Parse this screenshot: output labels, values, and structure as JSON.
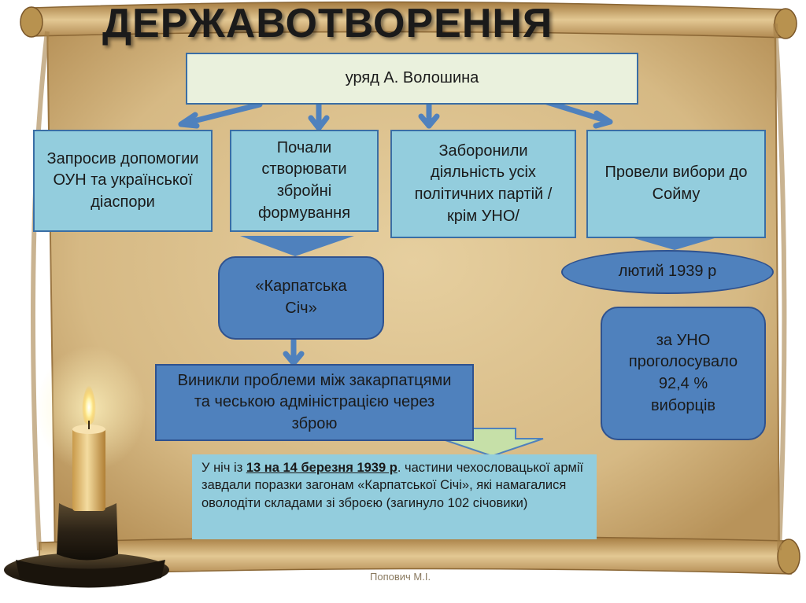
{
  "title": "ДЕРЖАВОТВОРЕННЯ",
  "government": "уряд А. Волошина",
  "actions": [
    "Запросив допомогии ОУН та української діаспори",
    "Почали створювати збройні формування",
    "Заборонили діяльність усіх політичних партій / крім УНО/",
    "Провели вибори до Сойму"
  ],
  "karpatska_sich": "«Карпатська Січ»",
  "problems": "Виникли проблеми між закарпатцями та чеською адміністрацією через зброю",
  "election_date": "лютий 1939 р",
  "election_result": "за УНО проголосувало 92,4 % виборців",
  "note": {
    "prefix": "У ніч із ",
    "date": "13 на 14 березня 1939 р",
    "suffix": ". частини чехословацької армії завдали поразки загонам «Карпатської Січі», які намагалися оволодіти складами зі зброєю (загинуло 102 січовики)"
  },
  "footer": "Попович М.І.",
  "colors": {
    "parchment": "#d9bf8c",
    "light_blue_box": "#93cddd",
    "dark_blue_box": "#4f81bd",
    "green_box": "#eaf1dd",
    "arrow": "#4f81bd",
    "border": "#3a6ea5"
  }
}
